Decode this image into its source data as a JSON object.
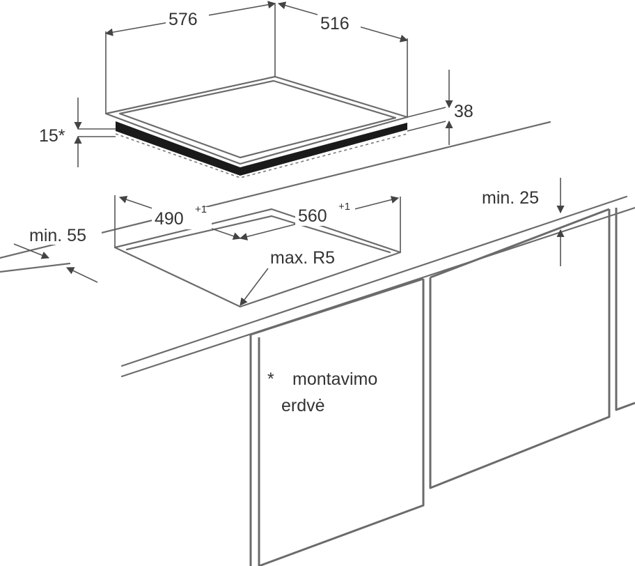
{
  "dimensions": {
    "hob_width": "576",
    "hob_depth": "516",
    "hob_height": "38",
    "mount_space": "15*",
    "cutout_width": "560",
    "cutout_width_tol": "+1",
    "cutout_depth": "490",
    "cutout_depth_tol": "+1",
    "min_front": "min. 55",
    "min_back": "min. 25",
    "max_radius": "max. R5"
  },
  "note": {
    "star": "*",
    "line1": "montavimo",
    "line2": "erdvė"
  },
  "colors": {
    "line": "#6b6b6b",
    "seal": "#1a1a1a",
    "text": "#333333"
  }
}
